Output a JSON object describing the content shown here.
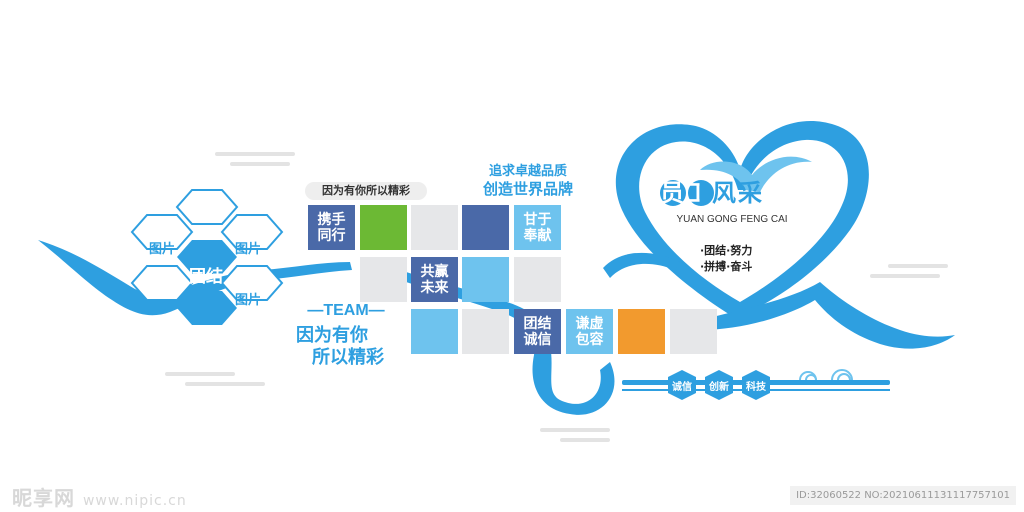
{
  "hexes": {
    "center": "团结",
    "pic1": "图片",
    "pic2": "图片",
    "pic3": "图片"
  },
  "banner_top": "因为有你所以精彩",
  "team": {
    "label": "—TEAM—",
    "line1": "因为有你",
    "line2": "所以精彩"
  },
  "quality": {
    "line1": "追求卓越品质",
    "line2": "创造世界品牌"
  },
  "tiles": {
    "t1": "携手同行",
    "t2": "甘于奉献",
    "t3": "共赢未来",
    "t4": "团结诚信",
    "t5": "谦虚包容"
  },
  "heart": {
    "title": "员工风采",
    "pinyin": "YUAN GONG FENG CAI",
    "motto1": "·团结·努力",
    "motto2": "·拼搏·奋斗"
  },
  "values": [
    "诚信",
    "创新",
    "科技"
  ],
  "watermark": {
    "brand": "昵享网",
    "url": "www.nipic.cn"
  },
  "id_text": "ID:32060522 NO:20210611131117757101",
  "colors": {
    "blue": "#2e9fe0",
    "light_blue": "#6ec3ee",
    "navy": "#4a69a8",
    "green": "#6cb934",
    "orange": "#f29a2e",
    "grey": "#e6e7e9"
  }
}
